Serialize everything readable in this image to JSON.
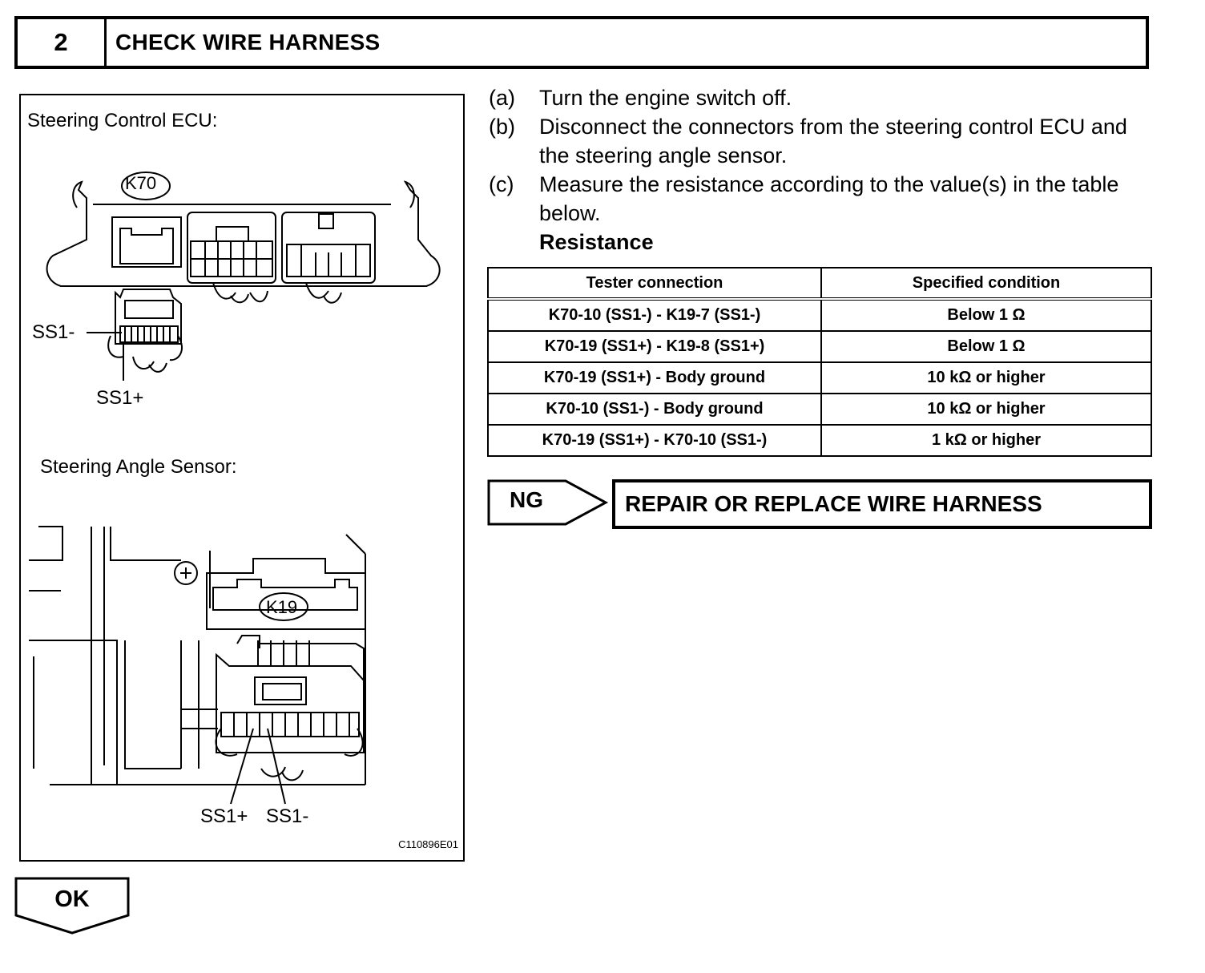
{
  "header": {
    "step_number": "2",
    "title": "CHECK WIRE HARNESS"
  },
  "figure": {
    "ecu_label": "Steering Control ECU:",
    "ecu_connector": "K70",
    "ecu_pin_minus": "SS1-",
    "ecu_pin_plus": "SS1+",
    "sensor_label": "Steering Angle Sensor:",
    "sensor_connector": "K19",
    "sensor_pin_plus": "SS1+",
    "sensor_pin_minus": "SS1-",
    "code": "C110896E01"
  },
  "steps": [
    {
      "key": "(a)",
      "text": "Turn the engine switch off."
    },
    {
      "key": "(b)",
      "text": "Disconnect the connectors from the steering control ECU and the steering angle sensor."
    },
    {
      "key": "(c)",
      "text": "Measure the resistance according to the value(s) in the table below."
    }
  ],
  "resistance_title": "Resistance",
  "table": {
    "headers": [
      "Tester connection",
      "Specified condition"
    ],
    "rows": [
      [
        "K70-10 (SS1-) - K19-7 (SS1-)",
        "Below 1 Ω"
      ],
      [
        "K70-19 (SS1+) - K19-8 (SS1+)",
        "Below 1 Ω"
      ],
      [
        "K70-19 (SS1+) - Body ground",
        "10 kΩ or higher"
      ],
      [
        "K70-10 (SS1-) - Body ground",
        "10 kΩ or higher"
      ],
      [
        "K70-19 (SS1+) - K70-10 (SS1-)",
        "1 kΩ or higher"
      ]
    ]
  },
  "ng": {
    "label": "NG",
    "result": "REPAIR OR REPLACE WIRE HARNESS"
  },
  "ok": {
    "label": "OK"
  }
}
